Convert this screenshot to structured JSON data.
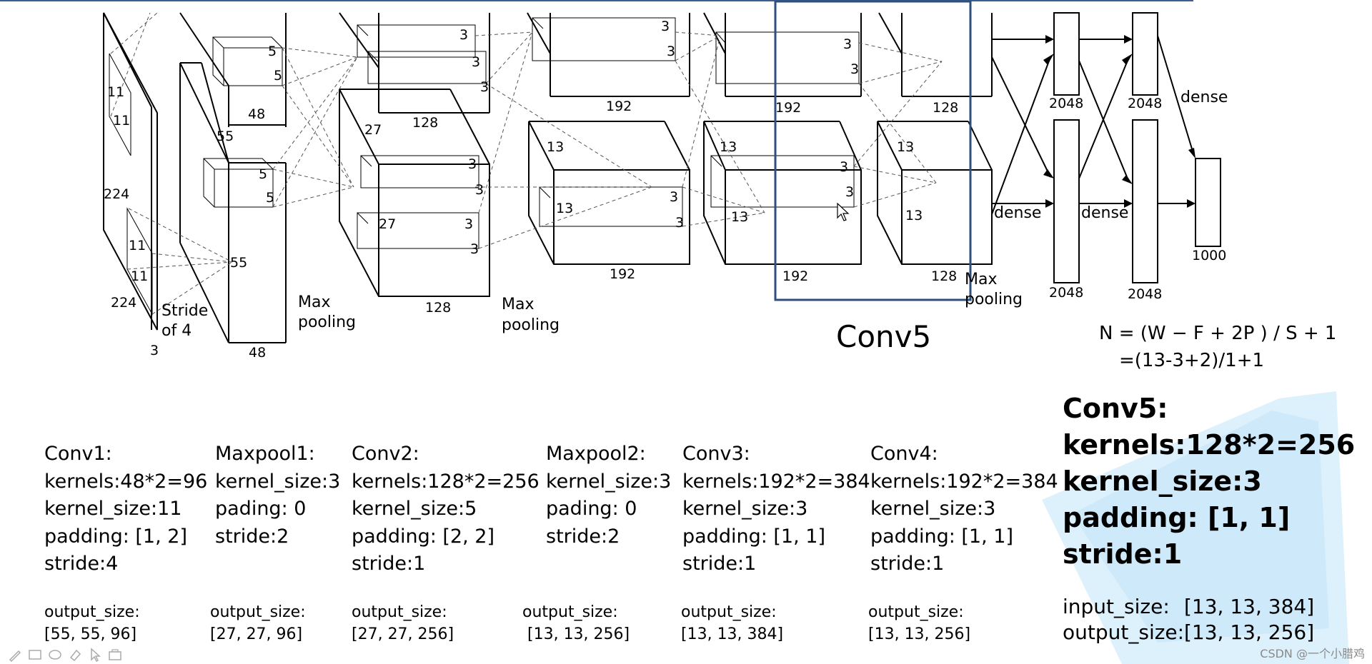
{
  "accent_color": "#2f4f7c",
  "highlight_color": "#cfeaf9",
  "diagram": {
    "input": {
      "height": "224",
      "width": "224",
      "depth": "3",
      "kernel_h": "11",
      "kernel_w": "11",
      "kernel2_h": "11",
      "kernel2_w": "11",
      "stride": "Stride\nof 4"
    },
    "layer1": {
      "size": "55",
      "size2": "55",
      "depth": "48",
      "depth_bottom": "48",
      "k1": "5",
      "k2": "5",
      "k3": "5",
      "k4": "5",
      "pool": "Max\npooling"
    },
    "layer2": {
      "size": "27",
      "size_inner": "27",
      "depth": "128",
      "depth_bottom": "128",
      "k": [
        "3",
        "3",
        "3",
        "3",
        "3",
        "3",
        "3"
      ],
      "pool": "Max\npooling"
    },
    "layer3": {
      "size": "13",
      "size_inner": "13",
      "depth_top": "192",
      "depth_bottom": "192",
      "k": [
        "3",
        "3",
        "3",
        "3"
      ]
    },
    "layer4": {
      "size": "13",
      "size_inner": "13",
      "depth_top": "192",
      "depth_bottom": "192",
      "k": [
        "3",
        "3",
        "3",
        "3"
      ]
    },
    "layer5": {
      "size": "13",
      "size_inner": "13",
      "depth_top": "128",
      "depth_bottom": "128",
      "pool": "Max\npooling"
    },
    "dense": {
      "label": "dense",
      "fc1_top": "2048",
      "fc1_bottom": "2048",
      "fc2_top": "2048",
      "fc2_bottom": "2048",
      "out": "1000"
    }
  },
  "conv5_title": "Conv5",
  "formula": {
    "line1": "N = (W − F + 2P ) / S + 1",
    "line2": "=(13-3+2)/1+1"
  },
  "params": [
    {
      "name": "Conv1:",
      "lines": [
        "kernels:48*2=96",
        "kernel_size:11",
        "padding: [1, 2]",
        "stride:4"
      ],
      "out_label": "output_size:",
      "out_value": "[55, 55, 96]"
    },
    {
      "name": "Maxpool1:",
      "lines": [
        "kernel_size:3",
        "pading: 0",
        "stride:2"
      ],
      "out_label": "output_size:",
      "out_value": "[27, 27, 96]"
    },
    {
      "name": "Conv2:",
      "lines": [
        "kernels:128*2=256",
        "kernel_size:5",
        "padding: [2, 2]",
        "stride:1"
      ],
      "out_label": "output_size:",
      "out_value": "[27, 27, 256]"
    },
    {
      "name": "Maxpool2:",
      "lines": [
        "kernel_size:3",
        "pading: 0",
        "stride:2"
      ],
      "out_label": "output_size:",
      "out_value": "[13, 13, 256]"
    },
    {
      "name": "Conv3:",
      "lines": [
        "kernels:192*2=384",
        "kernel_size:3",
        "padding: [1, 1]",
        "stride:1"
      ],
      "out_label": "output_size:",
      "out_value": "[13, 13, 384]"
    },
    {
      "name": "Conv4:",
      "lines": [
        "kernels:192*2=384",
        "kernel_size:3",
        "padding: [1, 1]",
        "stride:1"
      ],
      "out_label": "output_size:",
      "out_value": "[13, 13, 256]"
    }
  ],
  "conv5": {
    "name": "Conv5:",
    "lines": [
      "kernels:128*2=256",
      "kernel_size:3",
      "padding: [1, 1]",
      "stride:1"
    ],
    "input_label": "input_size:",
    "input_value": "[13, 13, 384]",
    "output_label": "output_size:",
    "output_value": "[13, 13, 256]"
  },
  "watermark": "CSDN @一个小腊鸡",
  "toolbar_icons": [
    "pen-icon",
    "screen-icon",
    "eraser-icon",
    "highlighter-icon",
    "cursor-icon",
    "camera-icon"
  ]
}
